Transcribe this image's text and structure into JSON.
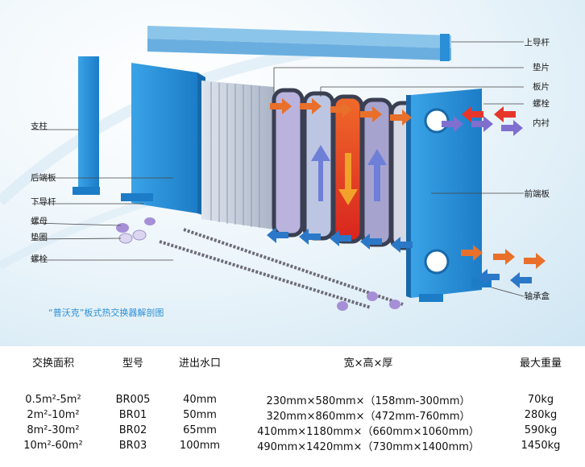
{
  "labels": {
    "right": {
      "upper_guide_rod": "上导杆",
      "gasket": "垫片",
      "plate": "板片",
      "bolt": "螺栓",
      "liner": "内衬",
      "front_end_plate": "前端板",
      "bearing_box": "轴承盒"
    },
    "left": {
      "support_column": "支柱",
      "rear_end_plate": "后端板",
      "lower_guide_rod": "下导杆",
      "nut": "螺母",
      "washer": "垫圈",
      "bolt": "螺栓"
    }
  },
  "caption": "“普沃克”板式热交换器解剖图",
  "colors": {
    "frame_blue": "#2a8fd6",
    "hot_arrow": "#e8702a",
    "cold_arrow": "#2b78c8",
    "mid_arrow": "#7f6fcf",
    "hot_red": "#e6352b"
  },
  "spec_table": {
    "headers": [
      "交换面积",
      "型号",
      "进出水口",
      "宽×高×厚",
      "最大重量"
    ],
    "rows": [
      [
        "0.5m²-5m²",
        "BR005",
        "40mm",
        "230mm×580mm×（158mm-300mm）",
        "70kg"
      ],
      [
        "2m²-10m²",
        "BR01",
        "50mm",
        "320mm×860mm×（472mm-760mm）",
        "280kg"
      ],
      [
        "8m²-30m²",
        "BR02",
        "65mm",
        "410mm×1180mm×（660mm×1060mm）",
        "590kg"
      ],
      [
        "10m²-60m²",
        "BR03",
        "100mm",
        "490mm×1420mm×（730mm×1400mm）",
        "1450kg"
      ]
    ]
  }
}
